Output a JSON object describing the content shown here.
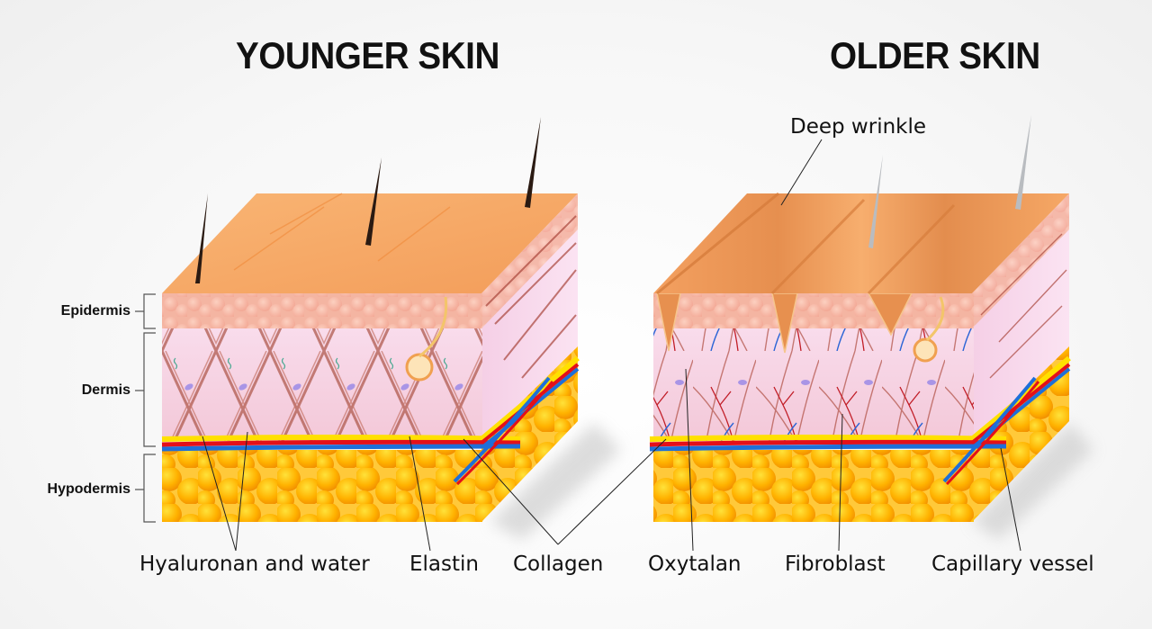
{
  "titles": {
    "younger": "YOUNGER SKIN",
    "older": "OLDER SKIN"
  },
  "layers": [
    {
      "label": "Epidermis"
    },
    {
      "label": "Dermis"
    },
    {
      "label": "Hypodermis"
    }
  ],
  "callouts": {
    "deep_wrinkle": "Deep wrinkle"
  },
  "bottom_labels": [
    {
      "label": "Hyaluronan and water"
    },
    {
      "label": "Elastin"
    },
    {
      "label": "Collagen"
    },
    {
      "label": "Oxytalan"
    },
    {
      "label": "Fibroblast"
    },
    {
      "label": "Capillary vessel"
    }
  ],
  "colors": {
    "surface": "#f5a766",
    "epidermis": "#f6b8a3",
    "dermis": "#f8d6e6",
    "fat": "#ffb300",
    "artery": "#e3101a",
    "vein": "#1e6fd9",
    "nerve": "#ffe000",
    "collagen": "#a8443a"
  }
}
